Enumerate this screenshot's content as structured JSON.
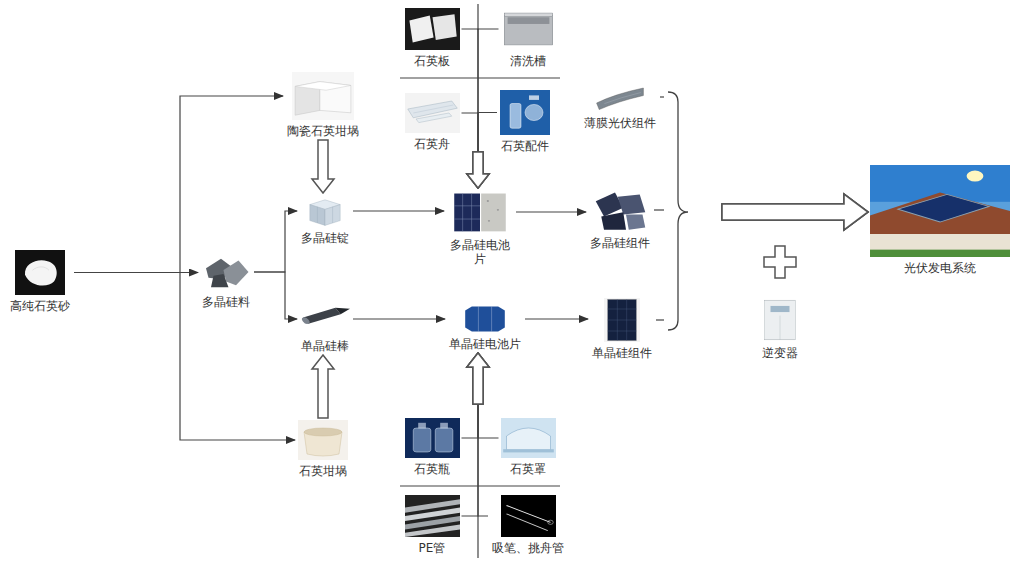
{
  "diagram": {
    "nodes": [
      {
        "text": [
          "高纯石英砂"
        ]
      },
      {
        "text": [
          "陶瓷石英坩埚"
        ]
      },
      {
        "text": [
          "石英板"
        ]
      },
      {
        "text": [
          "清洗槽"
        ]
      },
      {
        "text": [
          "石英舟"
        ]
      },
      {
        "text": [
          "石英配件"
        ]
      },
      {
        "text": [
          "薄膜光伏组件"
        ]
      },
      {
        "text": [
          "多晶硅料"
        ]
      },
      {
        "text": [
          "多晶硅锭"
        ]
      },
      {
        "text": [
          "多晶硅电池片"
        ]
      },
      {
        "text": [
          "多晶硅组件"
        ]
      },
      {
        "text": [
          "单晶硅棒"
        ]
      },
      {
        "text": [
          "单晶硅电池片"
        ]
      },
      {
        "text": [
          "单晶硅组件"
        ]
      },
      {
        "text": [
          "光伏发电系统"
        ]
      },
      {
        "text": [
          "逆变器"
        ]
      },
      {
        "text": [
          "石英坩埚"
        ]
      },
      {
        "text": [
          "石英瓶"
        ]
      },
      {
        "text": [
          "石英罩"
        ]
      },
      {
        "text": [
          "PE管"
        ]
      },
      {
        "text": [
          "吸笔、挑舟管"
        ]
      }
    ],
    "edges": [
      {
        "from": 0,
        "to": 7,
        "arrow": "to"
      },
      {
        "from": 0,
        "to": 1,
        "arrow": "to"
      },
      {
        "from": 0,
        "to": 16,
        "arrow": "to"
      },
      {
        "from": 7,
        "to": 8,
        "arrow": "to"
      },
      {
        "from": 7,
        "to": 11,
        "arrow": "to"
      },
      {
        "from": 1,
        "to": 8,
        "arrow": "to"
      },
      {
        "from": 16,
        "to": 11,
        "arrow": "to"
      },
      {
        "from": 8,
        "to": 9,
        "arrow": "to"
      },
      {
        "from": 9,
        "to": 10,
        "arrow": "to"
      },
      {
        "from": 11,
        "to": 12,
        "arrow": "to"
      },
      {
        "from": 12,
        "to": 13,
        "arrow": "to"
      },
      {
        "from": 2,
        "to": 9,
        "arrow": "to"
      },
      {
        "from": 3,
        "to": 9,
        "arrow": "to"
      },
      {
        "from": 4,
        "to": 9,
        "arrow": "to"
      },
      {
        "from": 5,
        "to": 9,
        "arrow": "to"
      },
      {
        "from": 17,
        "to": 12,
        "arrow": "to"
      },
      {
        "from": 18,
        "to": 12,
        "arrow": "to"
      },
      {
        "from": 19,
        "to": 12,
        "arrow": "to"
      },
      {
        "from": 20,
        "to": 12,
        "arrow": "to"
      },
      {
        "from": 6,
        "to": 14,
        "arrow": "to"
      },
      {
        "from": 10,
        "to": 14,
        "arrow": "to"
      },
      {
        "from": 13,
        "to": 14,
        "arrow": "to"
      }
    ]
  }
}
